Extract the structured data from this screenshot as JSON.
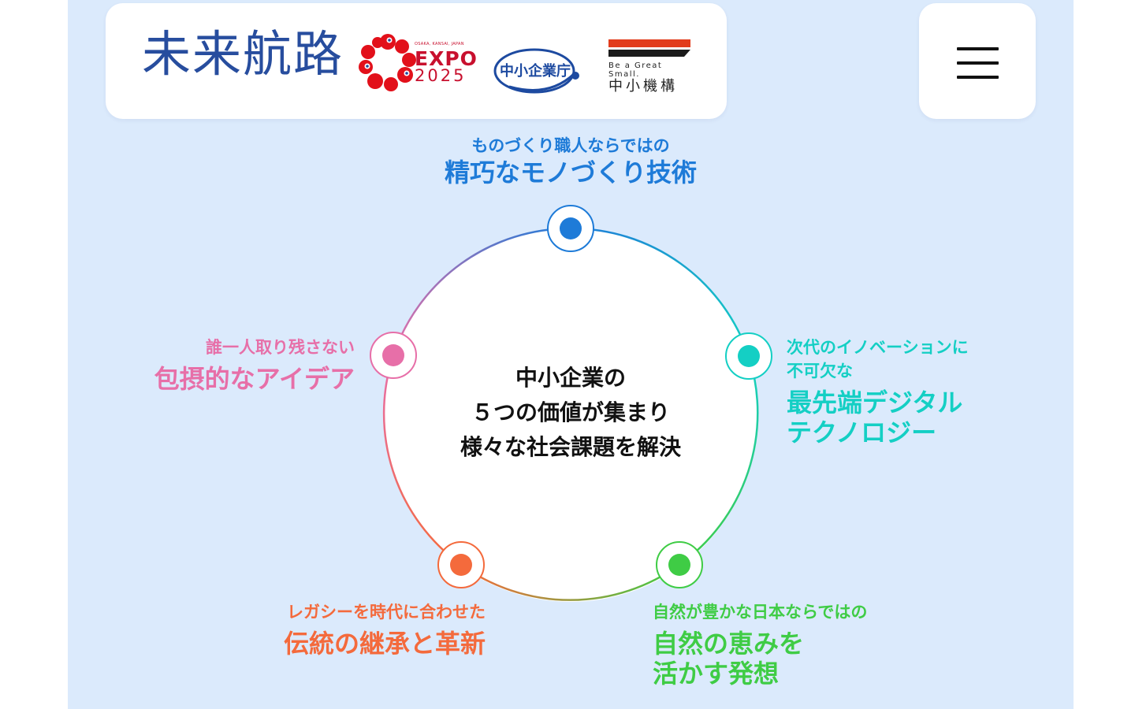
{
  "header": {
    "brand": "未来航路",
    "expo": {
      "small": "OSAKA, KANSAI, JAPAN",
      "name": "EXPO",
      "year": "2025"
    },
    "agency": "中小企業庁",
    "kiko": {
      "tagline": "Be a Great Small.",
      "name": "中小機構"
    },
    "menu_icon": "hamburger-menu-icon"
  },
  "center": {
    "line1": "中小企業の",
    "line2": "５つの価値が集まり",
    "line3": "様々な社会課題を解決"
  },
  "values": [
    {
      "sub": "ものづくり職人ならではの",
      "main": [
        "精巧なモノづくり技術"
      ],
      "color": "#1e7bd8"
    },
    {
      "sub": [
        "次代のイノベーションに",
        "不可欠な"
      ],
      "main": [
        "最先端デジタル",
        "テクノロジー"
      ],
      "color": "#14cfc4"
    },
    {
      "sub": "自然が豊かな日本ならではの",
      "main": [
        "自然の恵みを",
        "活かす発想"
      ],
      "color": "#3fcc45"
    },
    {
      "sub": "レガシーを時代に合わせた",
      "main": [
        "伝統の継承と革新"
      ],
      "color": "#f46a3c"
    },
    {
      "sub": "誰一人取り残さない",
      "main": [
        "包摂的なアイデア"
      ],
      "color": "#e76fa8"
    }
  ],
  "colors": {
    "background": "#dbeafc",
    "brand": "#274d9e",
    "expo": "#c8102e"
  }
}
